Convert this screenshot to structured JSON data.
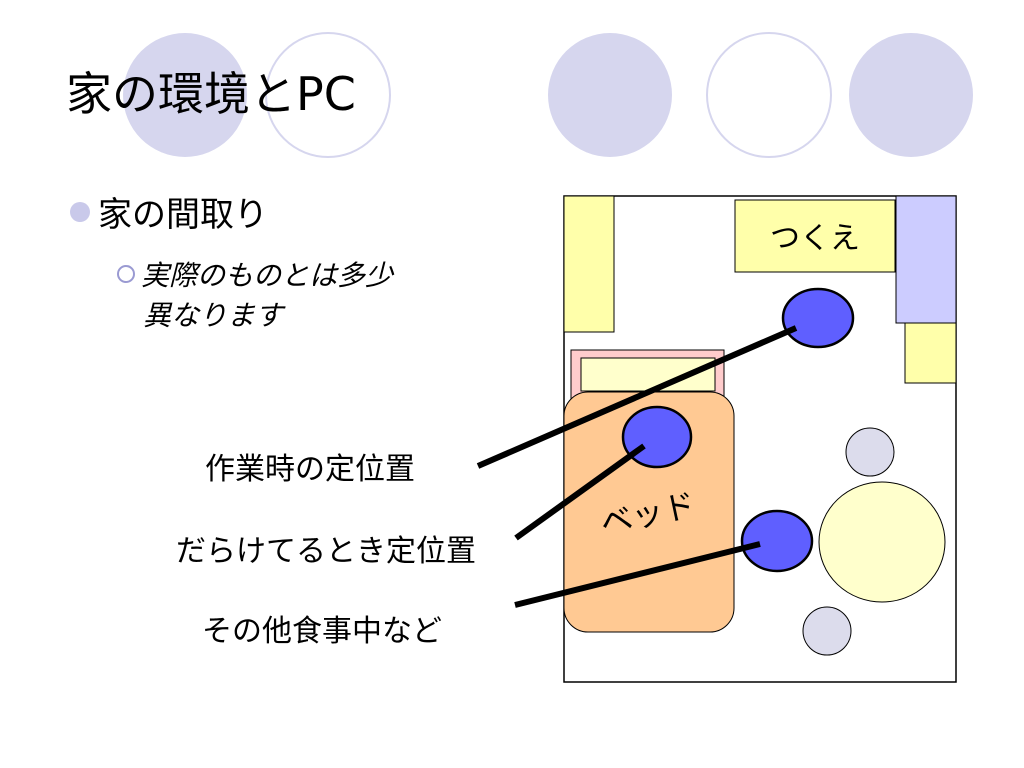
{
  "slide": {
    "title": "家の環境とPC",
    "bullet": "家の間取り",
    "sub_bullet_line1": "実際のものとは多少",
    "sub_bullet_line2": "異なります"
  },
  "floor_plan": {
    "desk_label": "つくえ",
    "bed_label": "ベッド"
  },
  "callouts": {
    "work_position": "作業時の定位置",
    "lounging_position": "だらけてるとき定位置",
    "other_position": "その他食事中など"
  },
  "colors": {
    "deco_circle_fill": "#d6d6ee",
    "furniture_yellow": "#ffffaa",
    "furniture_lavender": "#ccccff",
    "bed": "#ffc993",
    "pillow_frame": "#ffcccc",
    "position_marker": "#5f5fff",
    "round_table": "#ffffcc",
    "stool": "#dcdcec"
  }
}
